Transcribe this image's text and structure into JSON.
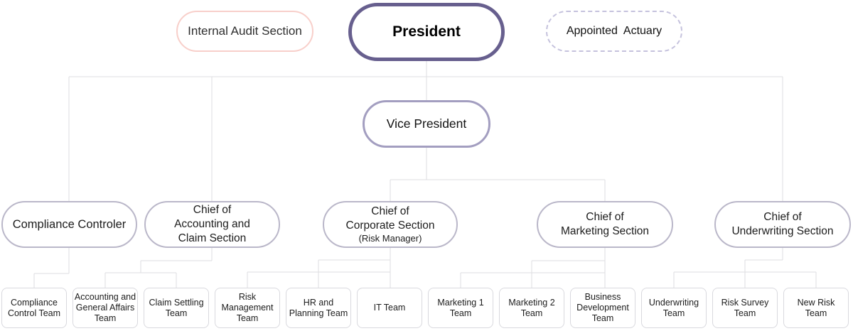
{
  "org": {
    "top": {
      "internal_audit": "Internal Audit Section",
      "president": "President",
      "appointed_actuary": "Appointed  Actuary",
      "vice_president": "Vice President"
    },
    "sections": [
      {
        "label": "Compliance Controler"
      },
      {
        "label": "Chief of\nAccounting and\nClaim Section"
      },
      {
        "label": "Chief of\nCorporate Section",
        "sublabel": "(Risk Manager)"
      },
      {
        "label": "Chief of\nMarketing Section"
      },
      {
        "label": "Chief of\nUnderwriting Section"
      }
    ],
    "teams": [
      {
        "label": "Compliance\nControl Team"
      },
      {
        "label": "Accounting and\nGeneral Affairs\nTeam"
      },
      {
        "label": "Claim Settling\nTeam"
      },
      {
        "label": "Risk\nManagement\nTeam"
      },
      {
        "label": "HR and\nPlanning Team"
      },
      {
        "label": "IT Team"
      },
      {
        "label": "Marketing 1\nTeam"
      },
      {
        "label": "Marketing 2\nTeam"
      },
      {
        "label": "Business\nDevelopment\nTeam"
      },
      {
        "label": "Underwriting\nTeam"
      },
      {
        "label": "Risk Survey\nTeam"
      },
      {
        "label": "New Risk\nTeam"
      }
    ],
    "colors": {
      "president_border": "#675f8e",
      "vice_president_border": "#a39ec0",
      "section_border": "#bab7c9",
      "internal_audit_border": "#f8cfca",
      "appointed_actuary_border": "#c5c2dd",
      "team_border": "#d9d9de",
      "connector": "#dddde0",
      "text": "#1c1c1c"
    }
  }
}
